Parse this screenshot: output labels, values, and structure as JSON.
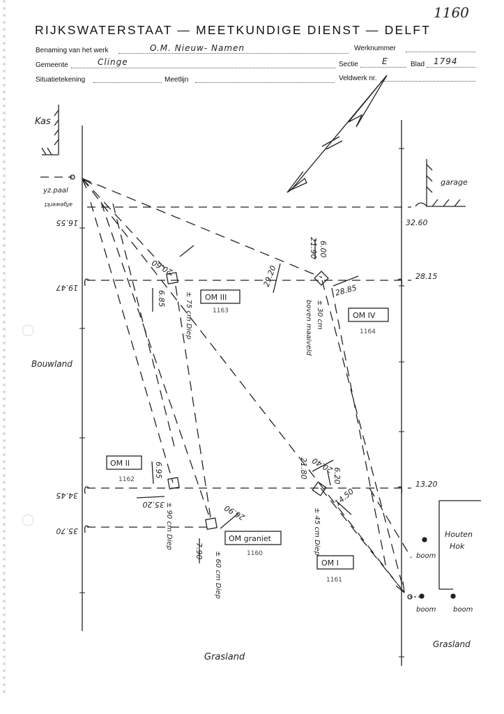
{
  "sheet_number": "1160",
  "header": {
    "title": "RIJKSWATERSTAAT — MEETKUNDIGE DIENST — DELFT",
    "benaming_label": "Benaming van het werk",
    "benaming_value": "O.M. Nieuw- Namen",
    "werknummer_label": "Werknummer",
    "gemeente_label": "Gemeente",
    "gemeente_value": "Clinge",
    "sectie_label": "Sectie",
    "sectie_value": "E",
    "blad_label": "Blad",
    "blad_value": "1794",
    "situatie_label": "Situatietekening",
    "meetlijn_label": "Meetlijn",
    "veldwerk_label": "Veldwerk nr."
  },
  "labels": {
    "kas": "Kas",
    "garage": "garage",
    "yz_paal": "yz.paal",
    "afgewerkt": "afgewerkt",
    "bouwland": "Bouwland",
    "grasland_1": "Grasland",
    "grasland_2": "Grasland",
    "houten": "Houten",
    "hok": "Hok",
    "boom_1": "boom",
    "boom_2": "boom",
    "boom_3": "boom"
  },
  "marks": {
    "om3": {
      "label": "OM III",
      "ref": "1163",
      "depth": "± 75 cm Diep"
    },
    "om4": {
      "label": "OM IV",
      "ref": "1164",
      "depth_1": "± 30 cm",
      "depth_2": "boven maaiveld"
    },
    "om2": {
      "label": "OM II",
      "ref": "1162",
      "depth": "± 90 cm Diep"
    },
    "om1": {
      "label": "OM I",
      "ref": "1161",
      "depth": "± 45 cm Diep"
    },
    "omg": {
      "label": "OM graniet",
      "ref": "1160",
      "depth": "± 60 cm Diep"
    }
  },
  "measurements": {
    "m_1655": "16.55",
    "m_3260": "32.60",
    "m_1947": "19.47",
    "m_2815": "28.15",
    "m_3445": "34.45",
    "m_1320": "13.20",
    "m_3570": "35.70",
    "m_2060": "20.60",
    "m_685": "6.85",
    "m_2190": "21.90",
    "m_600": "6.00",
    "m_2920": "29.20",
    "m_2885": "28.85",
    "m_695": "6.95",
    "m_3520": "35.20",
    "m_2180": "21.80",
    "m_2040": "20.40",
    "m_620": "6.20",
    "m_1450": "14.50",
    "m_2690": "26.90",
    "m_790": "7.90"
  }
}
